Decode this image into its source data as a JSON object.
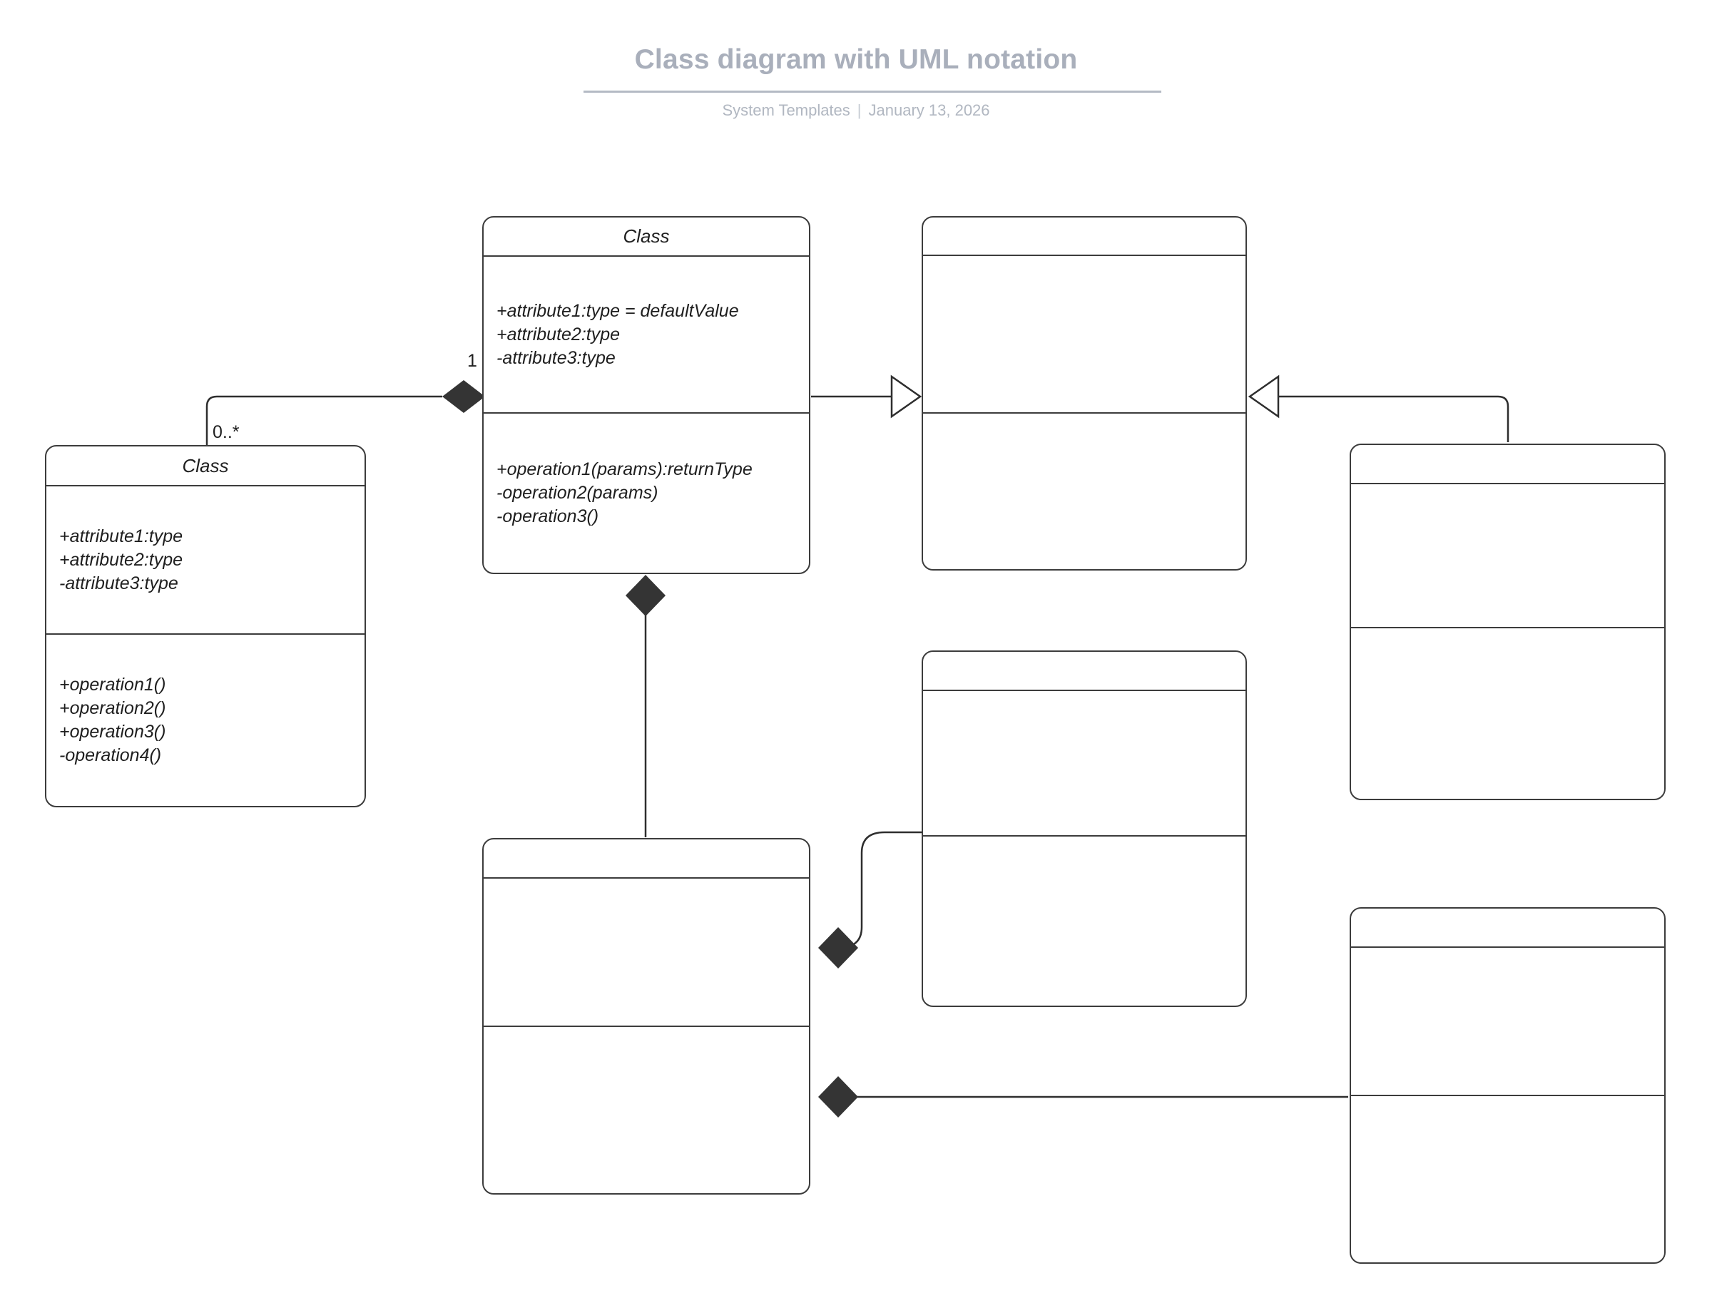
{
  "header": {
    "title": "Class diagram with UML notation",
    "source": "System Templates",
    "separator": "|",
    "date": "January 13, 2026"
  },
  "classes": {
    "center": {
      "name": "Class",
      "attributes": [
        "+attribute1:type = defaultValue",
        "+attribute2:type",
        "-attribute3:type"
      ],
      "operations": [
        "+operation1(params):returnType",
        "-operation2(params)",
        "-operation3()"
      ]
    },
    "left": {
      "name": "Class",
      "attributes": [
        "+attribute1:type",
        "+attribute2:type",
        "-attribute3:type"
      ],
      "operations": [
        "+operation1()",
        "+operation2()",
        "+operation3()",
        "-operation4()"
      ]
    },
    "top_right": {
      "name": "",
      "attributes": [],
      "operations": []
    },
    "right": {
      "name": "",
      "attributes": [],
      "operations": []
    },
    "middle_right": {
      "name": "",
      "attributes": [],
      "operations": []
    },
    "bottom_center": {
      "name": "",
      "attributes": [],
      "operations": []
    },
    "bottom_right": {
      "name": "",
      "attributes": [],
      "operations": []
    }
  },
  "connectors": {
    "composition_left": {
      "source_multiplicity": "1",
      "target_multiplicity": "0..*"
    }
  },
  "colors": {
    "header_text": "#a9afbb",
    "header_sub": "#b1b7c1",
    "box_border": "#3c3c3c",
    "box_fill": "#ffffff",
    "diagram_text": "#1f1f1f",
    "connector": "#2e2e2e",
    "diamond_fill": "#343434"
  }
}
